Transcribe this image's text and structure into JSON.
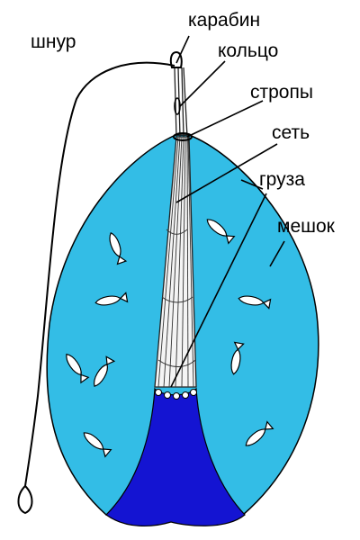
{
  "labels": {
    "shnur": "шнур",
    "karabin": "карабин",
    "koltso": "кольцо",
    "stropy": "стропы",
    "set": "сеть",
    "gruza": "груза",
    "meshok": "мешок"
  },
  "colors": {
    "net": "#33bde6",
    "bag": "#1414d2",
    "lines": "#000000",
    "fish": "#ffffff"
  }
}
